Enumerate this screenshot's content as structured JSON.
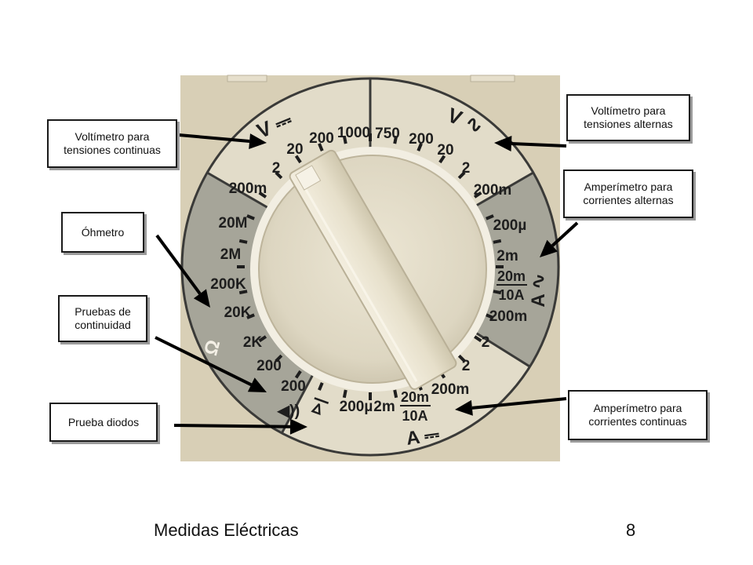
{
  "footer": {
    "title": "Medidas Eléctricas",
    "page_number": "8"
  },
  "callouts": {
    "dc_voltmeter": "Voltímetro para\ntensiones continuas",
    "ac_voltmeter": "Voltímetro para\ntensiones alternas",
    "ohmmeter": "Óhmetro",
    "ac_ammeter": "Amperímetro para\ncorrientes alternas",
    "continuity": "Pruebas de\ncontinuidad",
    "diode": "Prueba diodos",
    "dc_ammeter": "Amperímetro para\ncorrientes continuas"
  },
  "dial": {
    "symbols": {
      "v_dc": "V ⎓",
      "v_ac": "V ∿",
      "a_ac": "A ∿",
      "a_dc": "A ⎓",
      "ohm": "Ω",
      "buzzer": "◀))",
      "diode": "⊳|"
    },
    "labels": {
      "vdc_200m": "200m",
      "vdc_2": "2",
      "vdc_20": "20",
      "vdc_200": "200",
      "vdc_1000": "1000",
      "vac_750": "750",
      "vac_200": "200",
      "vac_20": "20",
      "vac_2": "2",
      "vac_200m": "200m",
      "aac_200u": "200µ",
      "aac_2m": "2m",
      "aac_20m": "20m",
      "aac_10A": "10A",
      "aac_200m": "200m",
      "aac_2": "2",
      "adc_2": "2",
      "adc_200m": "200m",
      "adc_20m": "20m",
      "adc_10A": "10A",
      "adc_2m": "2m",
      "adc_200u": "200µ",
      "ohm_200_low": "200",
      "ohm_200": "200",
      "ohm_2K": "2K",
      "ohm_20K": "20K",
      "ohm_200K": "200K",
      "ohm_2M": "2M",
      "ohm_20M": "20M"
    }
  },
  "colors": {
    "panel": "#d8cfb6",
    "ring_light": "#e2dcc9",
    "ring_grey": "#a6a599",
    "dial_outline": "#3a3a38",
    "knob": "#e9e3d0",
    "arrow": "#000000"
  }
}
